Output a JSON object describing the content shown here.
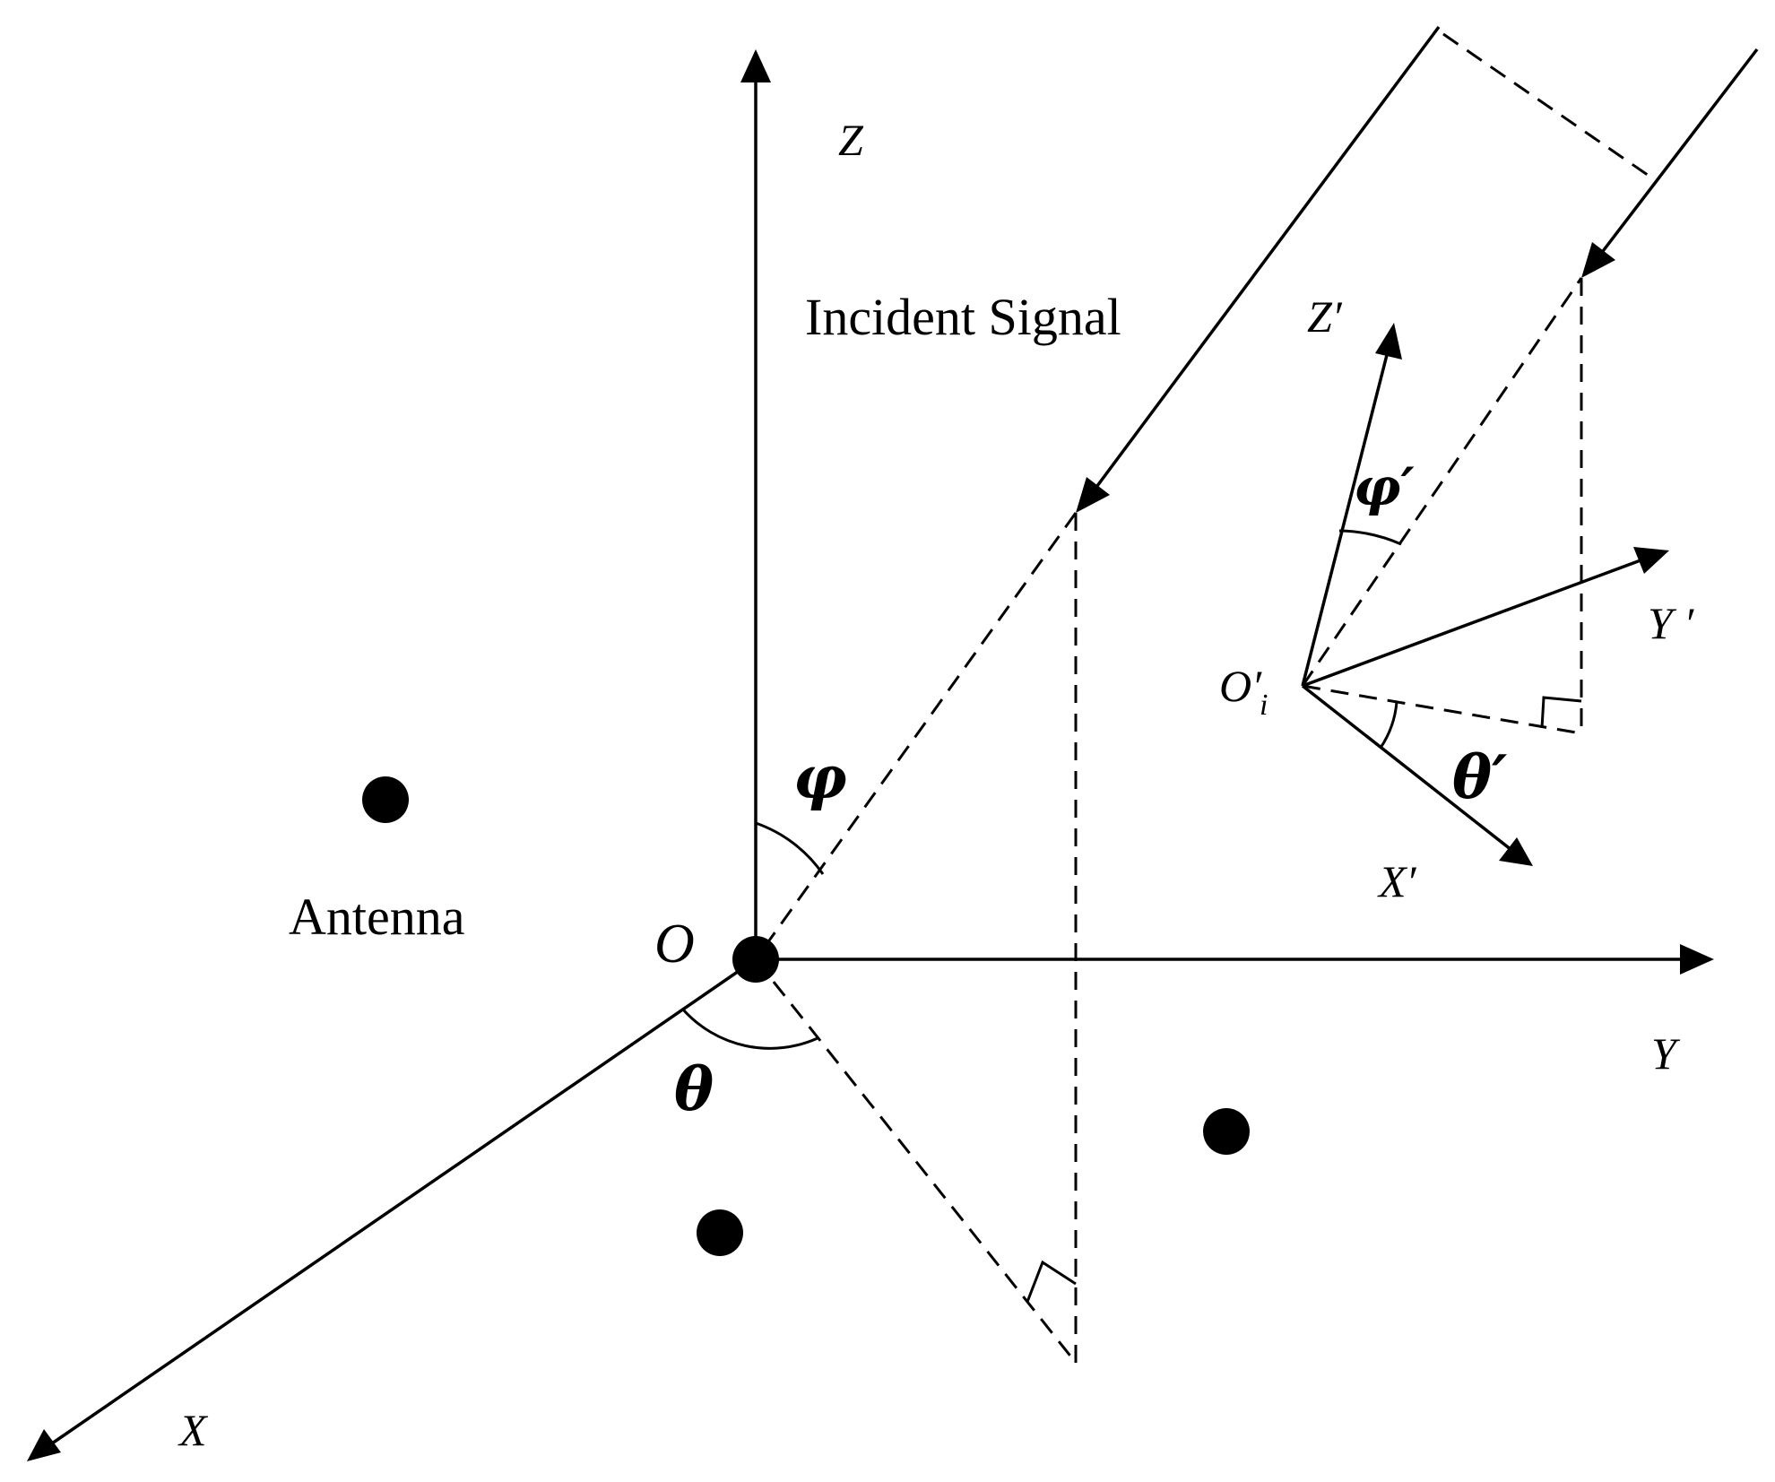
{
  "labels": {
    "z_axis": "Z",
    "y_axis": "Y",
    "x_axis": "X",
    "origin": "O",
    "incident_signal": "Incident Signal",
    "antenna": "Antenna",
    "phi": "φ",
    "theta": "θ",
    "z_prime": "Z′",
    "y_prime": "Y ′",
    "x_prime": "X′",
    "origin_prime": "O′",
    "origin_prime_sub": "i",
    "phi_prime": "φ′",
    "theta_prime": "θ′"
  }
}
